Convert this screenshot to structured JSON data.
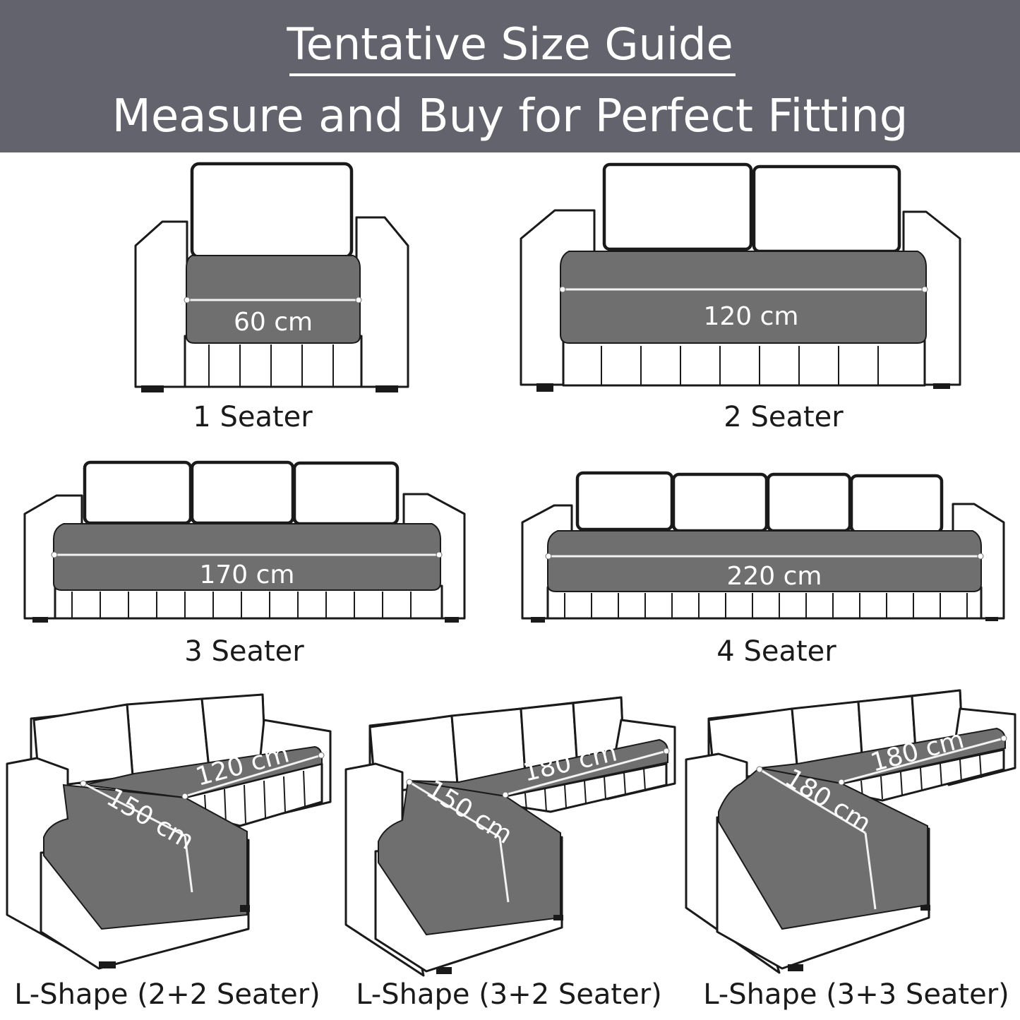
{
  "header": {
    "title": "Tentative Size Guide",
    "subtitle": "Measure and Buy for Perfect Fitting"
  },
  "colors": {
    "banner": "#63636d",
    "seat": "#6f6f6f",
    "outline": "#1a1a1a",
    "text_light": "#ffffff"
  },
  "sofas": [
    {
      "label": "1 Seater",
      "measure": "60 cm"
    },
    {
      "label": "2 Seater",
      "measure": "120 cm"
    },
    {
      "label": "3 Seater",
      "measure": "170 cm"
    },
    {
      "label": "4 Seater",
      "measure": "220 cm"
    },
    {
      "label": "L-Shape (2+2 Seater)",
      "measure_chaise": "150 cm",
      "measure_main": "120 cm"
    },
    {
      "label": "L-Shape (3+2 Seater)",
      "measure_chaise": "150 cm",
      "measure_main": "180 cm"
    },
    {
      "label": "L-Shape (3+3 Seater)",
      "measure_chaise": "180 cm",
      "measure_main": "180 cm"
    }
  ]
}
